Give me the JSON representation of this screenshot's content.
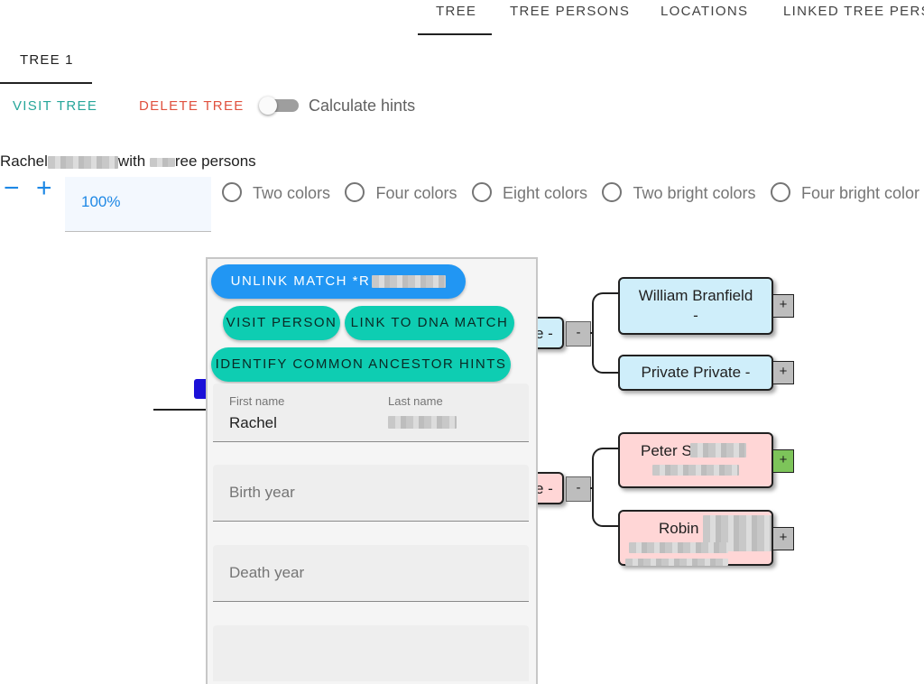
{
  "nav": {
    "tabs": [
      "TREE",
      "TREE PERSONS",
      "LOCATIONS",
      "LINKED TREE PERS"
    ],
    "active_tab": "TREE"
  },
  "subtabs": {
    "active": "TREE 1"
  },
  "actions": {
    "visit_tree": "VISIT TREE",
    "delete_tree": "DELETE TREE",
    "calculate_hints": "Calculate hints",
    "calculate_hints_enabled": false
  },
  "summary": {
    "prefix": "Rachel",
    "middle": "with",
    "suffix": "ree persons"
  },
  "zoom": {
    "minus": "−",
    "plus": "+",
    "value": "100%"
  },
  "color_options": [
    "Two colors",
    "Four colors",
    "Eight colors",
    "Two bright colors",
    "Four bright color"
  ],
  "tree": {
    "left_partial_top": "e -",
    "left_partial_bottom": "e -",
    "minus_label": "-",
    "plus_label": "+",
    "persons": [
      {
        "name": "William Branfield",
        "detail": "-"
      },
      {
        "name": "Private Private -"
      },
      {
        "name": "Peter S"
      },
      {
        "name": "Robin"
      }
    ]
  },
  "popup": {
    "unlink_button": "UNLINK MATCH *R",
    "visit_person_button": "VISIT PERSON",
    "link_dna_button": "LINK TO DNA MATCH",
    "identify_button": "IDENTIFY COMMON ANCESTOR HINTS",
    "first_name_label": "First name",
    "first_name_value": "Rachel",
    "last_name_label": "Last name",
    "birth_year_placeholder": "Birth year",
    "death_year_placeholder": "Death year"
  },
  "colors": {
    "accent_blue": "#1e88e5",
    "visit_green": "#26a69a",
    "delete_red": "#e0513f",
    "teal_button": "#0ecdb2",
    "male_box": "#cfeefa",
    "female_box": "#ffd6d6",
    "plus_highlight": "#7dc45a"
  }
}
